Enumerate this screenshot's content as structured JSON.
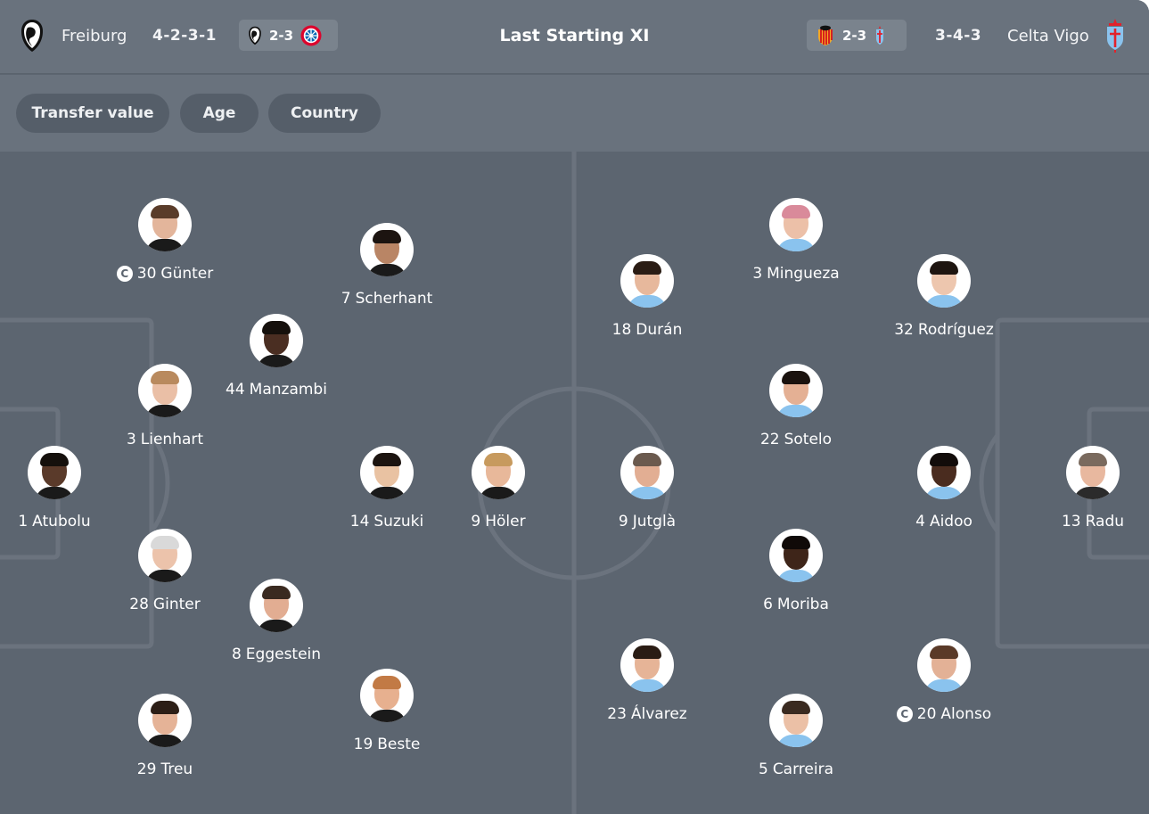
{
  "header": {
    "title": "Last Starting XI",
    "home": {
      "name": "Freiburg",
      "formation": "4-2-3-1",
      "crest_icon": "freiburg-crest-icon"
    },
    "away": {
      "name": "Celta Vigo",
      "formation": "3-4-3",
      "crest_icon": "celta-vigo-crest-icon"
    },
    "home_last_result": {
      "score": "2-3",
      "team_icon": "freiburg-crest-icon",
      "opponent_icon": "bayern-munich-crest-icon"
    },
    "away_last_result": {
      "score": "2-3",
      "team_icon": "valencia-crest-icon",
      "opponent_icon": "celta-vigo-crest-icon"
    }
  },
  "filters": [
    "Transfer value",
    "Age",
    "Country"
  ],
  "colors": {
    "background": "#5c6570",
    "header": "#69727d",
    "chip": "#555e69",
    "pitch_lines": "#6b737e"
  },
  "home_players": [
    {
      "number": "30",
      "name": "Günter",
      "captain": true
    },
    {
      "number": "7",
      "name": "Scherhant",
      "captain": false
    },
    {
      "number": "44",
      "name": "Manzambi",
      "captain": false
    },
    {
      "number": "3",
      "name": "Lienhart",
      "captain": false
    },
    {
      "number": "1",
      "name": "Atubolu",
      "captain": false
    },
    {
      "number": "14",
      "name": "Suzuki",
      "captain": false
    },
    {
      "number": "9",
      "name": "Höler",
      "captain": false
    },
    {
      "number": "28",
      "name": "Ginter",
      "captain": false
    },
    {
      "number": "8",
      "name": "Eggestein",
      "captain": false
    },
    {
      "number": "19",
      "name": "Beste",
      "captain": false
    },
    {
      "number": "29",
      "name": "Treu",
      "captain": false
    }
  ],
  "away_players": [
    {
      "number": "3",
      "name": "Mingueza",
      "captain": false
    },
    {
      "number": "18",
      "name": "Durán",
      "captain": false
    },
    {
      "number": "32",
      "name": "Rodríguez",
      "captain": false
    },
    {
      "number": "22",
      "name": "Sotelo",
      "captain": false
    },
    {
      "number": "9",
      "name": "Jutglà",
      "captain": false
    },
    {
      "number": "4",
      "name": "Aidoo",
      "captain": false
    },
    {
      "number": "13",
      "name": "Radu",
      "captain": false
    },
    {
      "number": "6",
      "name": "Moriba",
      "captain": false
    },
    {
      "number": "23",
      "name": "Álvarez",
      "captain": false
    },
    {
      "number": "20",
      "name": "Alonso",
      "captain": true
    },
    {
      "number": "5",
      "name": "Carreira",
      "captain": false
    }
  ]
}
